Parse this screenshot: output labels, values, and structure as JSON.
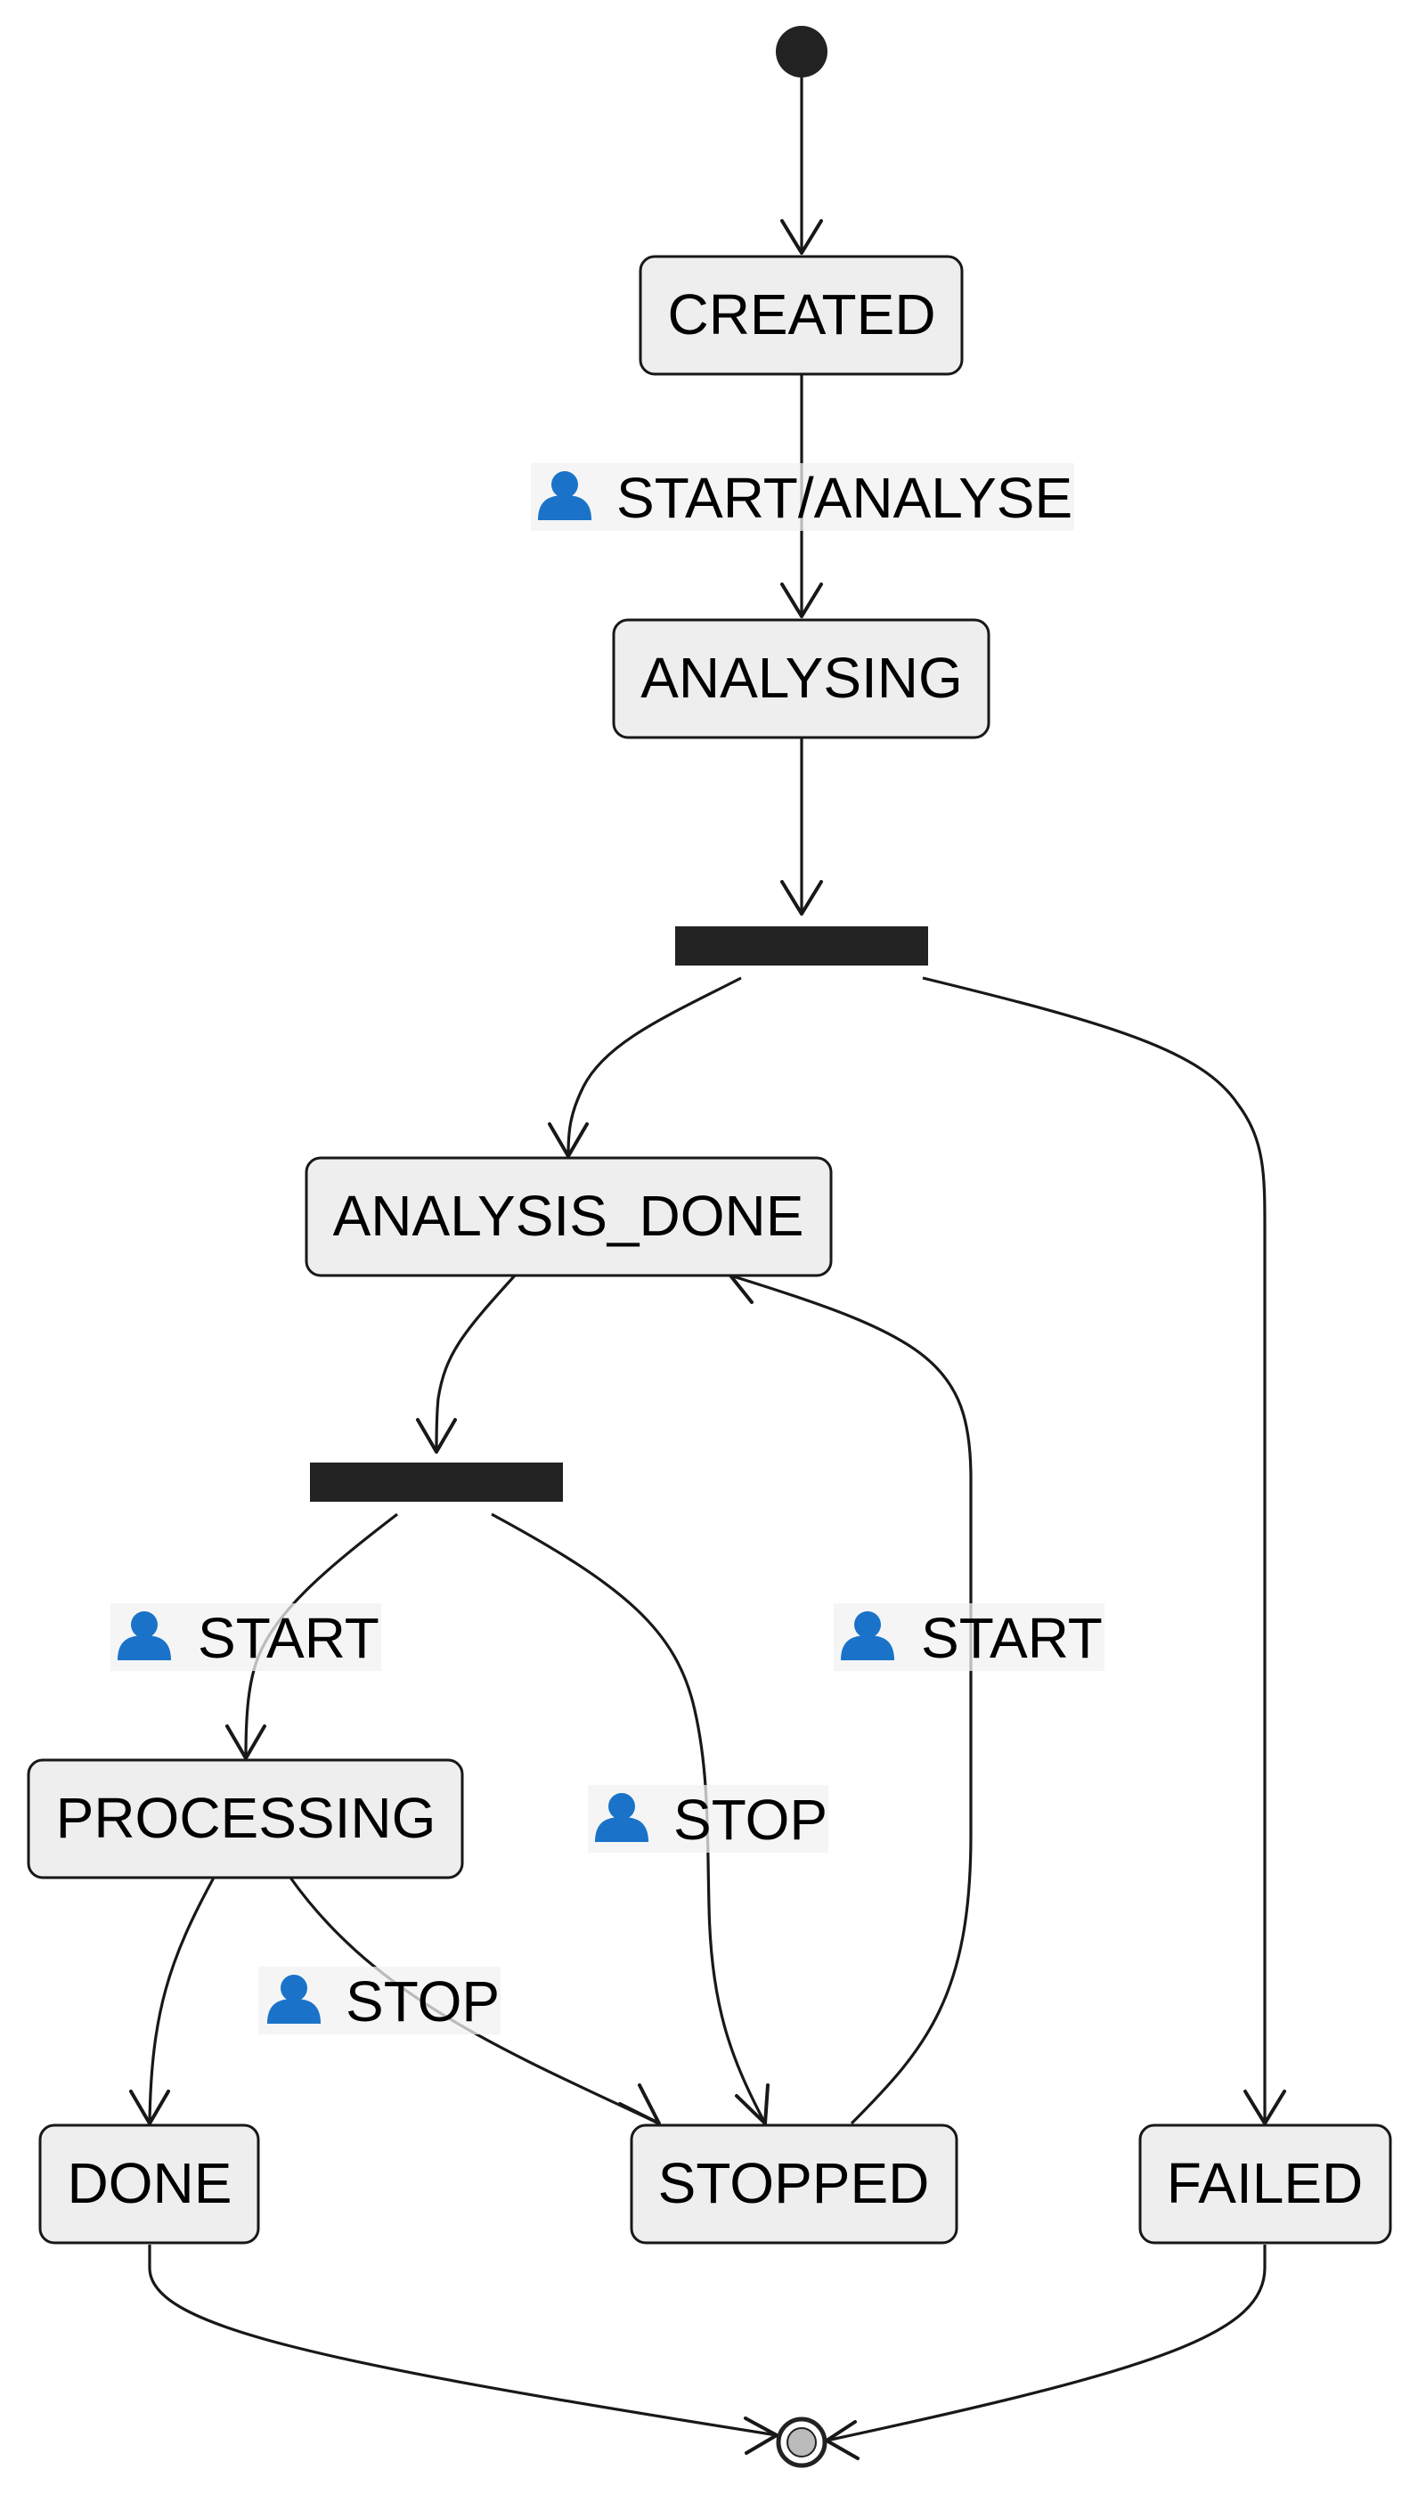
{
  "diagram": {
    "type": "state-diagram",
    "states": {
      "created": "CREATED",
      "analysing": "ANALYSING",
      "analysis_done": "ANALYSIS_DONE",
      "processing": "PROCESSING",
      "done": "DONE",
      "stopped": "STOPPED",
      "failed": "FAILED"
    },
    "transitions": {
      "start_analyse": "START/ANALYSE",
      "start_processing": "START",
      "stop_from_fork": "STOP",
      "stop_from_processing": "STOP",
      "restart_from_stopped": "START"
    },
    "icons": {
      "actor": "user-icon",
      "actor_color": "#1a73c9"
    },
    "colors": {
      "state_fill": "#eeeeee",
      "line": "#181818",
      "bar": "#222222"
    }
  }
}
